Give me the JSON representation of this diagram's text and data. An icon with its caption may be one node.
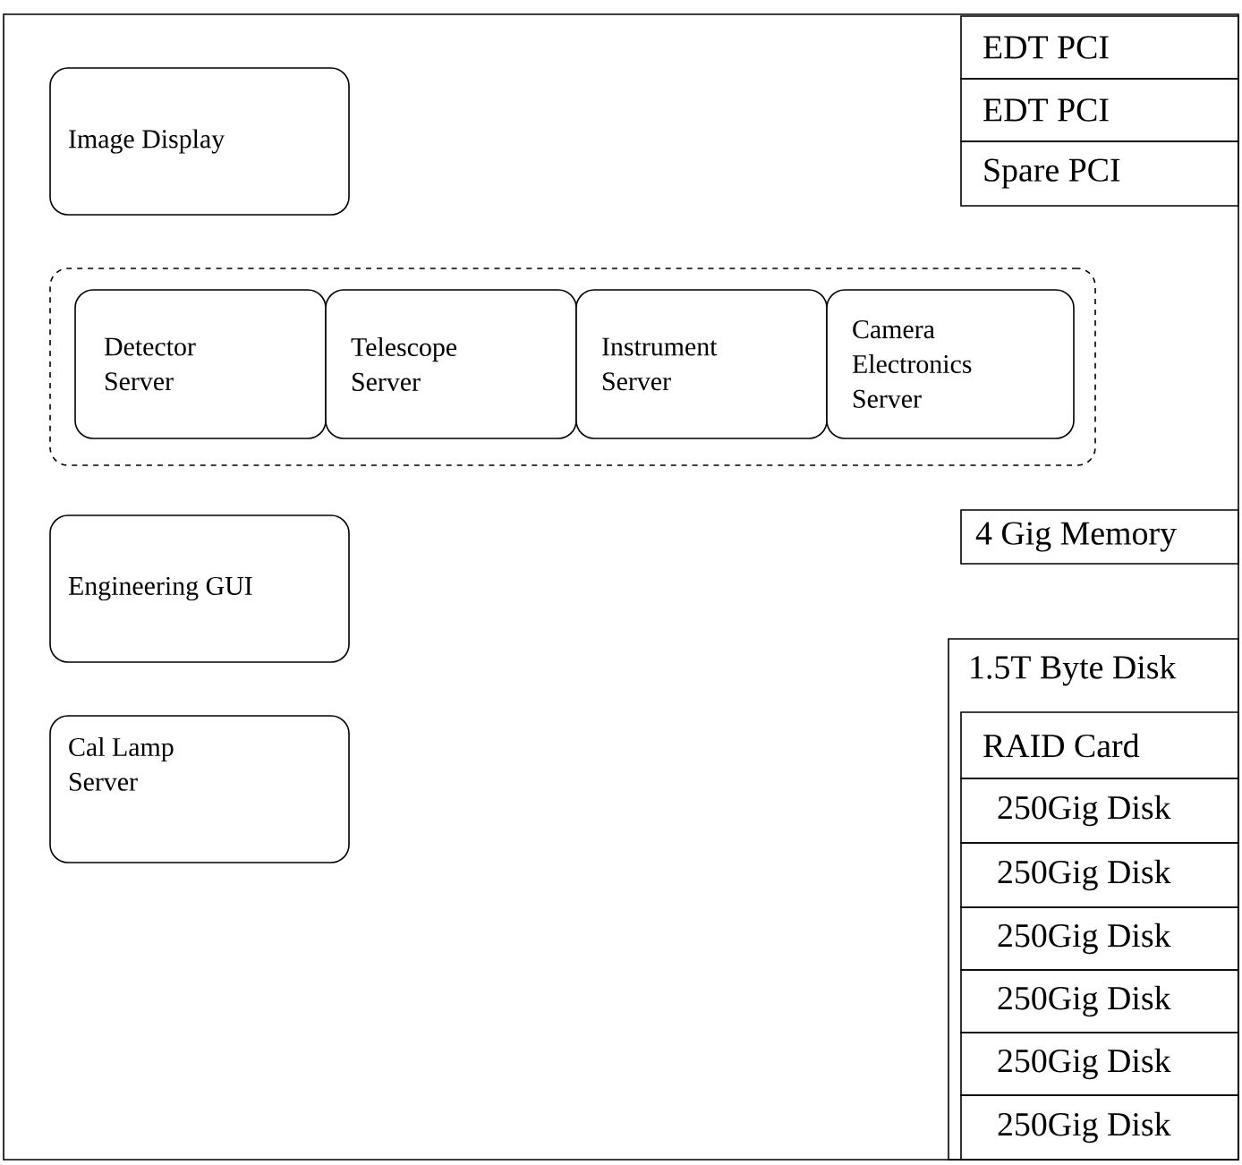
{
  "diagram": {
    "nodes": [
      {
        "text": [
          "Image Display"
        ]
      },
      {
        "text": [],
        "shape": "box"
      },
      {
        "text": [
          "Detector Server"
        ],
        "in": 1
      },
      {
        "text": [
          "Telescope Server"
        ],
        "in": 1
      },
      {
        "text": [
          "Instrument Server"
        ],
        "in": 1
      },
      {
        "text": [
          "Camera Electronics Server"
        ],
        "in": 1
      },
      {
        "text": [
          "Engineering GUI"
        ]
      },
      {
        "text": [
          "Cal Lamp Server"
        ]
      },
      {
        "text": [
          "EDT PCI"
        ]
      },
      {
        "text": [
          "EDT PCI"
        ]
      },
      {
        "text": [
          "Spare PCI"
        ]
      },
      {
        "text": [
          "4 Gig Memory"
        ]
      },
      {
        "text": [
          "1.5T Byte Disk"
        ]
      },
      {
        "text": [
          "RAID Card"
        ],
        "in": 12
      },
      {
        "text": [
          "250Gig Disk"
        ],
        "in": 12
      },
      {
        "text": [
          "250Gig Disk"
        ],
        "in": 12
      },
      {
        "text": [
          "250Gig Disk"
        ],
        "in": 12
      },
      {
        "text": [
          "250Gig Disk"
        ],
        "in": 12
      },
      {
        "text": [
          "250Gig Disk"
        ],
        "in": 12
      },
      {
        "text": [
          "250Gig Disk"
        ],
        "in": 12
      }
    ],
    "edges": []
  }
}
